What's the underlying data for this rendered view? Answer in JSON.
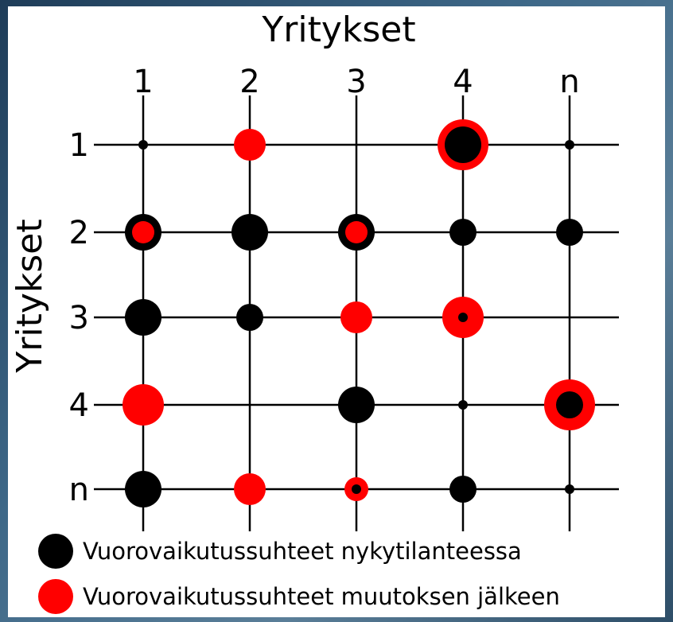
{
  "diagram": {
    "top_axis_label": "Yritykset",
    "side_axis_label": "Yritykset",
    "columns": [
      "1",
      "2",
      "3",
      "4",
      "n"
    ],
    "rows": [
      "1",
      "2",
      "3",
      "4",
      "n"
    ],
    "colors": {
      "current": "#000000",
      "after_change": "#ff0000",
      "line": "#000000"
    },
    "cells": [
      [
        {
          "black": "small",
          "red": "none"
        },
        {
          "black": "none",
          "red": "medium"
        },
        {
          "black": "none",
          "red": "none"
        },
        {
          "black": "large",
          "red": "large"
        },
        {
          "black": "small",
          "red": "none"
        }
      ],
      [
        {
          "black": "large",
          "red": "small"
        },
        {
          "black": "large",
          "red": "none"
        },
        {
          "black": "large",
          "red": "small"
        },
        {
          "black": "medium",
          "red": "none"
        },
        {
          "black": "medium",
          "red": "none"
        }
      ],
      [
        {
          "black": "large",
          "red": "none"
        },
        {
          "black": "medium",
          "red": "none"
        },
        {
          "black": "none",
          "red": "medium"
        },
        {
          "black": "small",
          "red": "medium"
        },
        {
          "black": "none",
          "red": "none"
        }
      ],
      [
        {
          "black": "none",
          "red": "large"
        },
        {
          "black": "none",
          "red": "none"
        },
        {
          "black": "large",
          "red": "none"
        },
        {
          "black": "small",
          "red": "none"
        },
        {
          "black": "medium",
          "red": "large"
        }
      ],
      [
        {
          "black": "large",
          "red": "none"
        },
        {
          "black": "none",
          "red": "medium"
        },
        {
          "black": "small",
          "red": "small"
        },
        {
          "black": "medium",
          "red": "none"
        },
        {
          "black": "small",
          "red": "none"
        }
      ]
    ]
  },
  "legend": {
    "current_label": "Vuorovaikutussuhteet nykytilanteessa",
    "after_label": "Vuorovaikutussuhteet muutoksen jälkeen"
  }
}
